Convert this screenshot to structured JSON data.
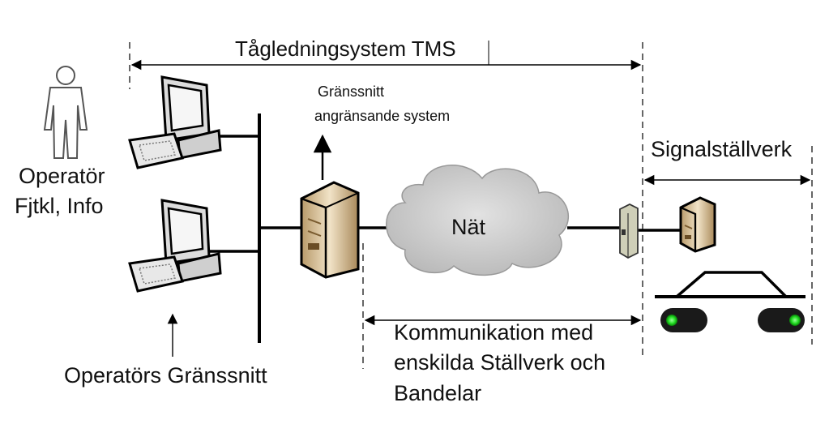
{
  "diagram": {
    "tms_label": "Tågledningsystem TMS",
    "interface_label_line1": "Gränssnitt",
    "interface_label_line2": "angränsande system",
    "signal_label": "Signalställverk",
    "operator_line1": "Operatör",
    "operator_line2": "Fjtkl, Info",
    "network_label": "Nät",
    "operator_interface_label": "Operatörs Gränssnitt",
    "comm_line1": "Kommunikation med",
    "comm_line2": "enskilda Ställverk och",
    "comm_line3": "Bandelar",
    "colors": {
      "line": "#000000",
      "cloud": "#c8c8c8",
      "server": "#d8c3a0",
      "signal_green": "#22dd22"
    },
    "icons": [
      "person-icon",
      "workstation-icon",
      "server-icon",
      "cloud-icon",
      "modem-icon",
      "train-icon"
    ]
  }
}
